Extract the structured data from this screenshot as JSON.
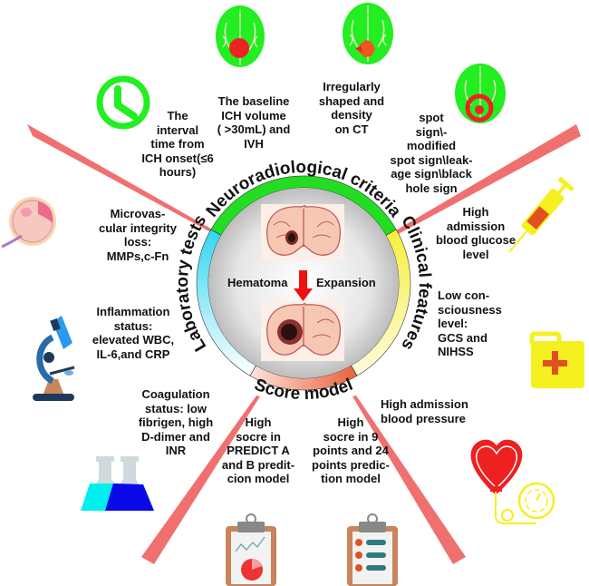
{
  "center": {
    "left_label": "Hematoma",
    "right_label": "Expansion"
  },
  "ring": {
    "segments": [
      {
        "name": "Neuroradiological criteria",
        "color": "#22dd22"
      },
      {
        "name": "Clinical features",
        "color": "#f5f03a"
      },
      {
        "name": "Score model",
        "color": "#e8603a"
      },
      {
        "name": "Laboratory tests",
        "color": "#2fd6f0"
      }
    ]
  },
  "neuroradiological": {
    "interval_time": "The\ninterval\ntime from\nICH onset(≤6\nhours)",
    "baseline_volume": "The baseline\nICH volume\n( >30mL) and\nIVH",
    "irregular_shape": "Irregularly\nshaped and\ndensity\non CT",
    "spot_sign": "spot\nsign\\-\nmodified\nspot sign\\leak-\nage sign\\black\nhole sign"
  },
  "clinical": {
    "glucose": "High\nadmission\nblood glucose\nlevel",
    "consciousness": "Low con-\nsciousness\nlevel:\nGCS and\nNIHSS",
    "blood_pressure": "High admission\nblood pressure"
  },
  "score": {
    "predict": "High\nsocre in\nPREDICT A\nand B predit-\ncion model",
    "points": "High\nsocre in 9\npoints and 24\npoints predic-\ntion model"
  },
  "laboratory": {
    "microvascular": "Microvas-\ncular integrity\nloss:\nMMPs,c-Fn",
    "inflammation": "Inflammation\nstatus:\nelevated WBC,\nIL-6,and CRP",
    "coagulation": "Coagulation\nstatus: low\nfibrigen, high\nD-dimer and\nINR"
  },
  "icons": [
    "clock-icon",
    "brain-hemorrhage-icon",
    "brain-irregular-icon",
    "brain-spot-sign-icon",
    "syringe-icon",
    "first-aid-kit-icon",
    "blood-pressure-icon",
    "clipboard-chart-icon",
    "clipboard-list-icon",
    "flasks-icon",
    "microscope-icon",
    "cell-icon"
  ],
  "colors": {
    "ray": "#f07070",
    "brain_green": "#22ee22",
    "hemorrhage_red": "#ee2222"
  }
}
